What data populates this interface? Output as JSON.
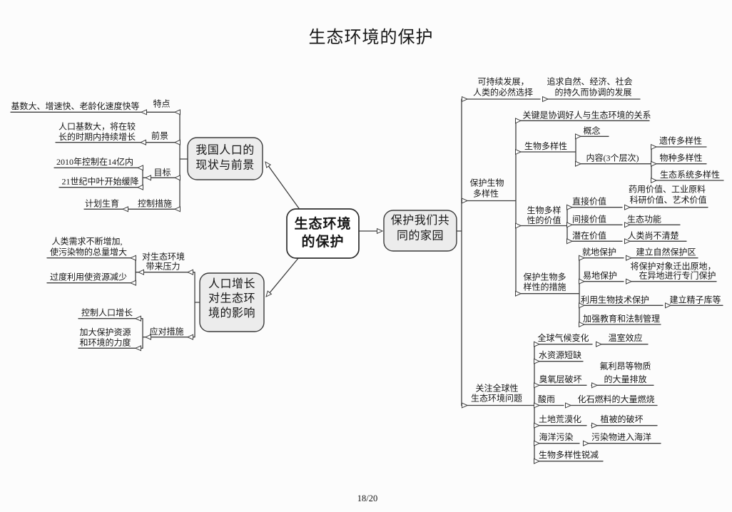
{
  "title": "生态环境的保护",
  "footer": {
    "page_number": "18/20"
  },
  "colors": {
    "line": "#3f3f3f",
    "node_fill": "#ececec",
    "root_fill": "#ffffff",
    "text": "#161616",
    "background": "#fcfcfc"
  },
  "map": {
    "root": {
      "l1": "生态环境",
      "l2": "的保护"
    },
    "population_status": {
      "node": {
        "l1": "我国人口的",
        "l2": "现状与前景"
      },
      "features_label": "特点",
      "features_detail": "基数大、增速快、老龄化速度快等",
      "prospect_label": "前景",
      "prospect_detail": {
        "l1": "人口基数大，将在较",
        "l2": "长的时期内持续增长"
      },
      "goal_label": "目标",
      "goal_detail_1": "2010年控制在14亿内",
      "goal_detail_2": "21世纪中叶开始缓降",
      "control_label": "控制措施",
      "control_detail": "计划生育"
    },
    "population_growth": {
      "node": {
        "l1": "人口增长",
        "l2": "对生态环",
        "l3": "境的影响"
      },
      "pressure_label": {
        "l1": "对生态环境",
        "l2": "带来压力"
      },
      "pressure_detail_1": {
        "l1": "人类需求不断增加,",
        "l2": "使污染物的总量增大"
      },
      "pressure_detail_2": "过度利用使资源减少",
      "response_label": "应对措施",
      "response_detail_1": "控制人口增长",
      "response_detail_2": {
        "l1": "加大保护资源",
        "l2": "和环境的力度"
      }
    },
    "protect_home": {
      "node": {
        "l1": "保护我们共",
        "l2": "同的家园"
      },
      "sustainable": {
        "label": {
          "l1": "可持续发展，",
          "l2": "人类的必然选择"
        },
        "detail": {
          "l1": "追求自然、经济、社会",
          "l2": "的持久而协调的发展"
        }
      },
      "biodiversity": {
        "label": {
          "l1": "保护生物",
          "l2": "多样性"
        },
        "key": "关键是协调好人与生态环境的关系",
        "concept_group": "生物多样性",
        "concept": "概念",
        "content": "内容(3个层次)",
        "genetic": "遗传多样性",
        "species": "物种多样性",
        "ecosystem": "生态系统多样性",
        "value_label": {
          "l1": "生物多样",
          "l2": "性的价值"
        },
        "direct": "直接价值",
        "direct_detail": {
          "l1": "药用价值、工业原料",
          "l2": "科研价值、艺术价值"
        },
        "indirect": "间接价值",
        "indirect_detail": "生态功能",
        "potential": "潜在价值",
        "potential_detail": "人类尚不清楚",
        "measures_label": {
          "l1": "保护生物多",
          "l2": "样性的措施"
        },
        "in_situ": "就地保护",
        "in_situ_detail": "建立自然保护区",
        "ex_situ": "易地保护",
        "ex_situ_detail": {
          "l1": "将保护对象迁出原地，",
          "l2": "在异地进行专门保护"
        },
        "biotech": "利用生物技术保护",
        "biotech_detail": "建立精子库等",
        "education": "加强教育和法制管理"
      },
      "global_issues": {
        "label": {
          "l1": "关注全球性",
          "l2": "生态环境问题"
        },
        "climate": "全球气候变化",
        "climate_detail": "温室效应",
        "water": "水资源短缺",
        "ozone": "臭氧层破坏",
        "ozone_detail": {
          "l1": "氟利昂等物质",
          "l2": "的大量排放"
        },
        "acid_rain": "酸雨",
        "acid_rain_detail": "化石燃料的大量燃烧",
        "desertification": "土地荒漠化",
        "desertification_detail": "植被的破坏",
        "ocean": "海洋污染",
        "ocean_detail": "污染物进入海洋",
        "biodiversity_loss": "生物多样性锐减"
      }
    }
  }
}
